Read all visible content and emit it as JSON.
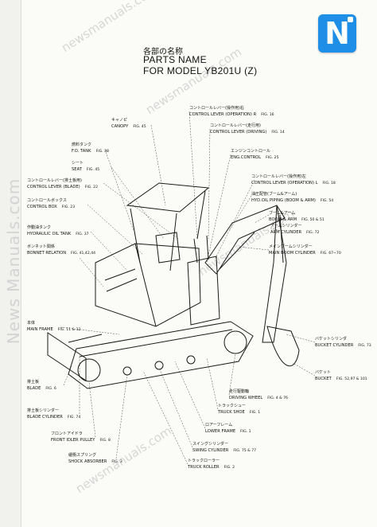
{
  "side_watermark": "News Manuals.com",
  "watermarks": [
    "newsmanuals.com",
    "newsmanuals.com",
    "newsmanuals.com",
    "newsmanuals.com"
  ],
  "logo": {
    "letter": "N",
    "icon": "newsmanuals-logo-icon",
    "color": "#1e8ee6"
  },
  "title": {
    "japanese": "各部の名称",
    "line1": "PARTS NAME",
    "line2": "FOR MODEL YB201U (Z)"
  },
  "labels": [
    {
      "id": "canopy",
      "jp": "キャノピ",
      "en": "CANOPY",
      "fig": "FIG. 45"
    },
    {
      "id": "fo-tank",
      "jp": "燃料タンク",
      "en": "F.O. TANK",
      "fig": "FIG. 38"
    },
    {
      "id": "seat",
      "jp": "シート",
      "en": "SEAT",
      "fig": "FIG. 45"
    },
    {
      "id": "control-lever-blade",
      "jp": "コントロールレバー(排土板用)",
      "en": "CONTROL LEVER (BLADE)",
      "fig": "FIG. 22"
    },
    {
      "id": "control-box",
      "jp": "コントロールボックス",
      "en": "CONTROL BOX",
      "fig": "FIG. 23"
    },
    {
      "id": "hydraulic-oil-tank",
      "jp": "作動油タンク",
      "en": "HYDRAULIC OIL TANK",
      "fig": "FIG. 37"
    },
    {
      "id": "bonnet-relation",
      "jp": "ボンネット関係",
      "en": "BONNET RELATION",
      "fig": "FIG. 41,42,44"
    },
    {
      "id": "main-frame",
      "jp": "本体",
      "en": "MAIN FRAME",
      "fig": "FIG. 11 & 12"
    },
    {
      "id": "blade",
      "jp": "排土板",
      "en": "BLADE",
      "fig": "FIG. 6"
    },
    {
      "id": "blade-cylinder",
      "jp": "排土板シリンダー",
      "en": "BLADE CYLINDER",
      "fig": "FIG. 74"
    },
    {
      "id": "front-idler-pulley",
      "jp": "フロントアイドラ",
      "en": "FRONT IDLER PULLEY",
      "fig": "FIG. 8"
    },
    {
      "id": "shock-absorber",
      "jp": "緩衝スプリング",
      "en": "SHOCK ABSORBER",
      "fig": "FIG. 3"
    },
    {
      "id": "control-lever-operation-r",
      "jp": "コントロールレバー(操作用)右",
      "en": "CONTROL LEVER (OPERATION) R",
      "fig": "FIG. 16"
    },
    {
      "id": "control-lever-driving",
      "jp": "コントロールレバー(走行用)",
      "en": "CONTROL LEVER (DRIVING)",
      "fig": "FIG. 14"
    },
    {
      "id": "eng-control",
      "jp": "エンジンコントロール",
      "en": "ENG.CONTROL",
      "fig": "FIG. 25"
    },
    {
      "id": "control-lever-operation-l",
      "jp": "コントロールレバー(操作用)左",
      "en": "CONTROL LEVER (OPERATION) L",
      "fig": "FIG. 18"
    },
    {
      "id": "hyd-oil-piping",
      "jp": "油圧配管(ブーム&アーム)",
      "en": "HYD.OIL PIPING (BOOM & ARM)",
      "fig": "FIG. 54"
    },
    {
      "id": "boom-arm",
      "jp": "ブーム&アーム",
      "en": "BOOM & ARM",
      "fig": "FIG. 50 & 51"
    },
    {
      "id": "arm-cylinder",
      "jp": "アームシリンダー",
      "en": "ARM CYLINDER",
      "fig": "FIG. 72"
    },
    {
      "id": "main-boom-cylinder",
      "jp": "メインブームシリンダー",
      "en": "MAIN BOOM CYLINDER",
      "fig": "FIG. 67~70"
    },
    {
      "id": "bucket-cylinder",
      "jp": "バケットシリンダ",
      "en": "BUCKET CYLINDER",
      "fig": "FIG. 73"
    },
    {
      "id": "bucket",
      "jp": "バケット",
      "en": "BUCKET",
      "fig": "FIG. 52,97 & 101"
    },
    {
      "id": "driving-wheel",
      "jp": "走行駆動輪",
      "en": "DRIVING WHEEL",
      "fig": "FIG. 4 & 76"
    },
    {
      "id": "truck-shoe",
      "jp": "トラックシュー",
      "en": "TRUCK SHOE",
      "fig": "FIG. 1"
    },
    {
      "id": "lower-frame",
      "jp": "ロアーフレーム",
      "en": "LOWER FRAME",
      "fig": "FIG. 1"
    },
    {
      "id": "swing-cylinder",
      "jp": "スイングシリンダー",
      "en": "SWING CYLINDER",
      "fig": "FIG. 75 & 77"
    },
    {
      "id": "truck-roller",
      "jp": "トラックローラー",
      "en": "TRUCK ROLLER",
      "fig": "FIG. 2"
    }
  ]
}
